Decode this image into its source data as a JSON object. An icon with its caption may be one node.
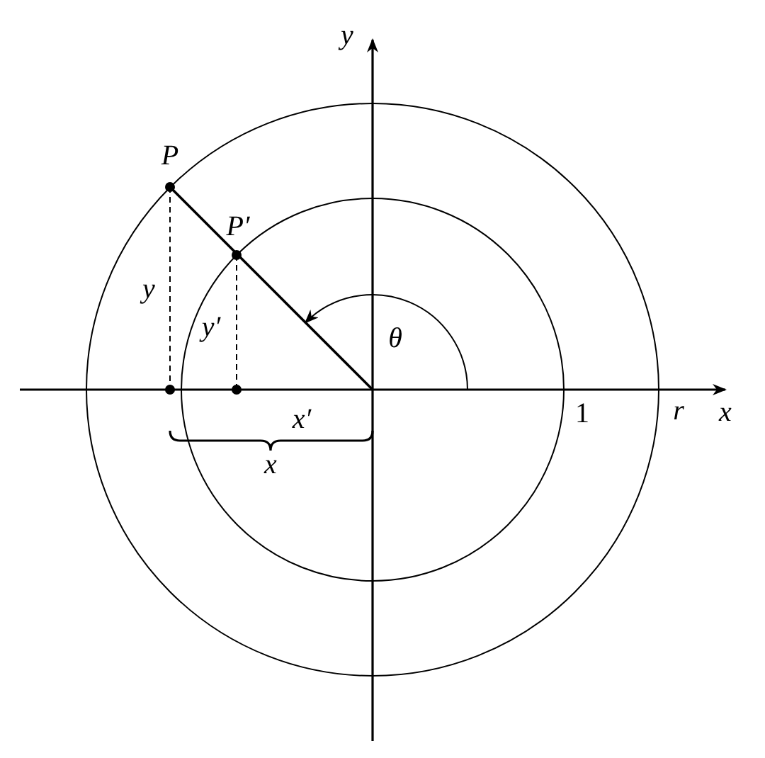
{
  "diagram": {
    "labels": [
      "y",
      "x",
      "P",
      "P′",
      "y",
      "y′",
      "θ",
      "x′",
      "x",
      "1",
      "r"
    ]
  }
}
